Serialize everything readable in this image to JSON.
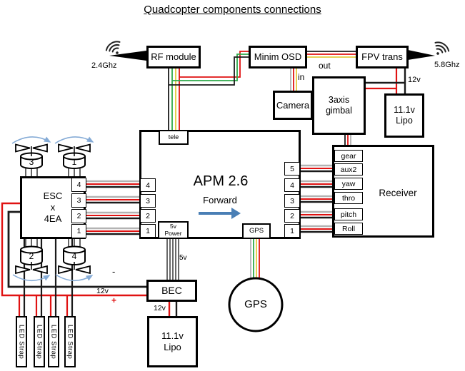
{
  "title": "Quadcopter components connections",
  "colors": {
    "wire_red": "#e01212",
    "wire_green": "#2faa4a",
    "wire_yellow": "#e3ca3d",
    "wire_gray": "#b3b3b3",
    "wire_black": "#1a1a1a",
    "forward_arrow_blue": "#4a7fb5",
    "rotation_arc_blue": "#85abd6"
  },
  "antenna_left": {
    "freq": "2.4Ghz"
  },
  "antenna_right": {
    "freq": "5.8Ghz"
  },
  "rf_module": {
    "label": "RF module"
  },
  "minim_osd": {
    "label": "Minim OSD",
    "out_label": "out",
    "in_label": "in"
  },
  "fpv_trans": {
    "label": "FPV trans",
    "v12_label": "12v"
  },
  "camera": {
    "label": "Camera"
  },
  "gimbal": {
    "label": "3axis\ngimbal"
  },
  "lipo_top": {
    "label": "11.1v\nLipo"
  },
  "receiver": {
    "label": "Receiver",
    "ports": [
      "gear",
      "aux2",
      "yaw",
      "thro",
      "pitch",
      "Roll"
    ]
  },
  "apm": {
    "label": "APM 2.6",
    "forward_label": "Forward",
    "tele_label": "tele",
    "power_label": "5v\nPower",
    "gps_label": "GPS",
    "left_ports": [
      "4",
      "3",
      "2",
      "1"
    ],
    "right_ports": [
      "5",
      "4",
      "3",
      "2",
      "1"
    ]
  },
  "esc": {
    "label": "ESC\nx\n4EA",
    "ports": [
      "4",
      "3",
      "2",
      "1"
    ]
  },
  "motors": {
    "top": [
      "3",
      "1"
    ],
    "bottom": [
      "2",
      "4"
    ]
  },
  "power": {
    "v5_label": "5v",
    "v12_label": "12v",
    "plus_label": "+",
    "minus_label": "-",
    "bec_label": "BEC",
    "bec_v12_label": "12v"
  },
  "lipo_bottom": {
    "label": "11.1v\nLipo"
  },
  "gps": {
    "label": "GPS"
  },
  "led_straps": [
    "LED Strap",
    "LED Strap",
    "LED Strap",
    "LED Strap"
  ]
}
